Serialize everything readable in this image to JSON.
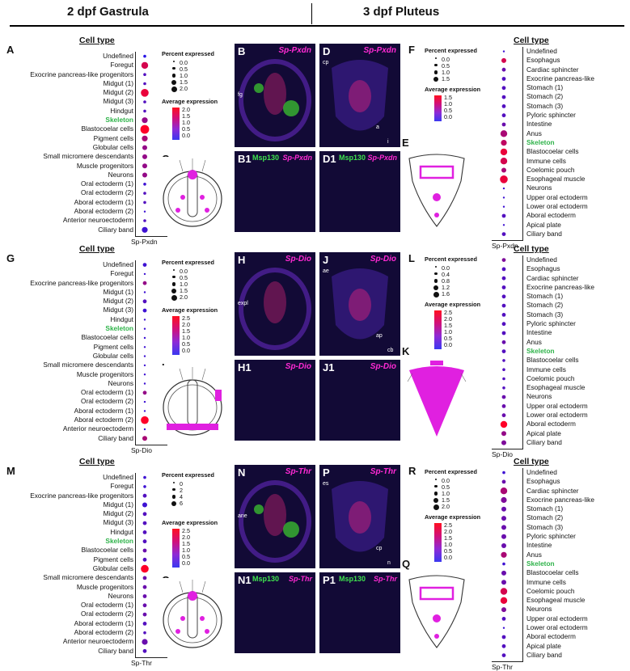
{
  "headers": {
    "gastrula": "2 dpf  Gastrula",
    "pluteus": "3 dpf Pluteus"
  },
  "gastrula_cell_types": [
    "Undefined",
    "Foregut",
    "Exocrine pancreas-like progenitors",
    "Midgut (1)",
    "Midgut (2)",
    "Midgut (3)",
    "Hindgut",
    "Skeleton",
    "Blastocoelar cells",
    "Pigment cells",
    "Globular cells",
    "Small micromere descendants",
    "Muscle progenitors",
    "Neurons",
    "Oral ectoderm (1)",
    "Oral ectoderm (2)",
    "Aboral ectoderm (1)",
    "Aboral ectoderm (2)",
    "Anterior neuroectoderm",
    "Ciliary band"
  ],
  "pluteus_cell_types": [
    "Undefined",
    "Esophagus",
    "Cardiac sphincter",
    "Exocrine pancreas-like",
    "Stomach (1)",
    "Stomach (2)",
    "Stomach (3)",
    "Pyloric sphincter",
    "Intestine",
    "Anus",
    "Skeleton",
    "Blastocoelar cells",
    "Immune cells",
    "Coelomic pouch",
    "Esophageal muscle",
    "Neurons",
    "Upper oral ectoderm",
    "Lower oral ectoderm",
    "Aboral ectoderm",
    "Apical plate",
    "Ciliary band"
  ],
  "cell_type_title": "Cell type",
  "legend": {
    "pct_title": "Percent expressed",
    "avg_title": "Average expression"
  },
  "rows": [
    {
      "letters": {
        "left": "A",
        "b": "B",
        "b1": "B1",
        "c": "C",
        "d": "D",
        "d1": "D1",
        "e": "E",
        "right": "F"
      },
      "gene": "Sp-Pxdn",
      "tag": "Sp-Pxdn",
      "msp": "Msp130",
      "left_pct": [
        "0.0",
        "0.5",
        "1.0",
        "1.5",
        "2.0"
      ],
      "left_avg": [
        "2.0",
        "1.5",
        "1.0",
        "0.5",
        "0.0"
      ],
      "right_pct": [
        "0.0",
        "0.5",
        "1.0",
        "1.5"
      ],
      "right_avg": [
        "1.5",
        "1.0",
        "0.5",
        "0.0"
      ],
      "ann": {
        "fg": "fg",
        "cp": "cp",
        "a": "a",
        "i": "i"
      },
      "left_dots": [
        [
          2,
          0.0
        ],
        [
          6,
          0.8
        ],
        [
          2,
          0.2
        ],
        [
          2,
          0.2
        ],
        [
          7,
          0.9
        ],
        [
          2,
          0.2
        ],
        [
          2,
          0.2
        ],
        [
          5,
          0.5
        ],
        [
          8,
          1.0
        ],
        [
          5,
          0.6
        ],
        [
          4,
          0.5
        ],
        [
          4,
          0.5
        ],
        [
          4,
          0.5
        ],
        [
          4,
          0.5
        ],
        [
          2,
          0.1
        ],
        [
          2,
          0.2
        ],
        [
          2,
          0.2
        ],
        [
          1,
          0.1
        ],
        [
          2,
          0.2
        ],
        [
          5,
          0.1
        ],
        [
          3,
          0.1
        ]
      ],
      "right_dots": [
        [
          1,
          0.1
        ],
        [
          4,
          0.8
        ],
        [
          3,
          0.3
        ],
        [
          3,
          0.2
        ],
        [
          3,
          0.2
        ],
        [
          3,
          0.2
        ],
        [
          3,
          0.2
        ],
        [
          3,
          0.2
        ],
        [
          3,
          0.3
        ],
        [
          6,
          0.6
        ],
        [
          5,
          0.7
        ],
        [
          6,
          0.9
        ],
        [
          6,
          0.8
        ],
        [
          4,
          0.6
        ],
        [
          7,
          0.9
        ],
        [
          1,
          0.1
        ],
        [
          1,
          0.1
        ],
        [
          1,
          0.1
        ],
        [
          3,
          0.2
        ],
        [
          1,
          0.1
        ],
        [
          3,
          0.2
        ]
      ]
    },
    {
      "letters": {
        "left": "G",
        "b": "H",
        "b1": "H1",
        "c": "I",
        "d": "J",
        "d1": "J1",
        "e": "K",
        "right": "L"
      },
      "gene": "Sp-Dio",
      "tag": "Sp-Dio",
      "left_pct": [
        "0.0",
        "0.5",
        "1.0",
        "1.5",
        "2.0"
      ],
      "left_avg": [
        "2.5",
        "2.0",
        "1.5",
        "1.0",
        "0.5",
        "0.0"
      ],
      "right_pct": [
        "0.0",
        "0.4",
        "0.8",
        "1.2",
        "1.6"
      ],
      "right_avg": [
        "2.5",
        "2.0",
        "1.5",
        "1.0",
        "0.5",
        "0.0"
      ],
      "ann": {
        "expl": "expl",
        "ae": "ae",
        "ap": "ap",
        "cb": "cb"
      },
      "left_dots": [
        [
          3,
          0.1
        ],
        [
          1,
          0.1
        ],
        [
          3,
          0.5
        ],
        [
          1,
          0.1
        ],
        [
          3,
          0.2
        ],
        [
          3,
          0.1
        ],
        [
          1,
          0.1
        ],
        [
          1,
          0.1
        ],
        [
          1,
          0.1
        ],
        [
          1,
          0.1
        ],
        [
          1,
          0.1
        ],
        [
          1,
          0.1
        ],
        [
          1,
          0.1
        ],
        [
          1,
          0.1
        ],
        [
          3,
          0.5
        ],
        [
          1,
          0.1
        ],
        [
          1,
          0.1
        ],
        [
          7,
          1.0
        ],
        [
          1,
          0.1
        ],
        [
          4,
          0.6
        ]
      ],
      "right_dots": [
        [
          3,
          0.4
        ],
        [
          3,
          0.2
        ],
        [
          3,
          0.2
        ],
        [
          3,
          0.2
        ],
        [
          3,
          0.2
        ],
        [
          3,
          0.2
        ],
        [
          3,
          0.2
        ],
        [
          3,
          0.2
        ],
        [
          3,
          0.2
        ],
        [
          3,
          0.3
        ],
        [
          3,
          0.2
        ],
        [
          2,
          0.2
        ],
        [
          2,
          0.2
        ],
        [
          2,
          0.2
        ],
        [
          2,
          0.2
        ],
        [
          3,
          0.3
        ],
        [
          3,
          0.3
        ],
        [
          3,
          0.3
        ],
        [
          6,
          1.0
        ],
        [
          4,
          0.5
        ],
        [
          4,
          0.4
        ]
      ]
    },
    {
      "letters": {
        "left": "M",
        "b": "N",
        "b1": "N1",
        "c": "O",
        "d": "P",
        "d1": "P1",
        "e": "Q",
        "right": "R"
      },
      "gene": "Sp-Thr",
      "tag": "Sp-Thr",
      "msp": "Msp130",
      "left_pct": [
        "0",
        "2",
        "4",
        "6"
      ],
      "left_avg": [
        "2.5",
        "2.0",
        "1.5",
        "1.0",
        "0.5",
        "0.0"
      ],
      "right_pct": [
        "0.0",
        "0.5",
        "1.0",
        "1.5",
        "2.0"
      ],
      "right_avg": [
        "2.5",
        "2.0",
        "1.5",
        "1.0",
        "0.5",
        "0.0"
      ],
      "ann": {
        "ane": "ane",
        "es": "es",
        "cp": "cp",
        "n": "n"
      },
      "left_dots": [
        [
          2,
          0.1
        ],
        [
          2,
          0.1
        ],
        [
          3,
          0.2
        ],
        [
          4,
          0.1
        ],
        [
          3,
          0.2
        ],
        [
          3,
          0.2
        ],
        [
          3,
          0.2
        ],
        [
          3,
          0.2
        ],
        [
          3,
          0.3
        ],
        [
          3,
          0.2
        ],
        [
          7,
          1.0
        ],
        [
          3,
          0.3
        ],
        [
          3,
          0.3
        ],
        [
          3,
          0.3
        ],
        [
          3,
          0.3
        ],
        [
          3,
          0.3
        ],
        [
          3,
          0.2
        ],
        [
          2,
          0.2
        ],
        [
          5,
          0.3
        ],
        [
          3,
          0.2
        ]
      ],
      "right_dots": [
        [
          2,
          0.1
        ],
        [
          3,
          0.3
        ],
        [
          6,
          0.6
        ],
        [
          5,
          0.4
        ],
        [
          4,
          0.3
        ],
        [
          4,
          0.3
        ],
        [
          4,
          0.3
        ],
        [
          4,
          0.3
        ],
        [
          4,
          0.3
        ],
        [
          5,
          0.6
        ],
        [
          2,
          0.1
        ],
        [
          4,
          0.3
        ],
        [
          4,
          0.3
        ],
        [
          6,
          0.8
        ],
        [
          6,
          0.9
        ],
        [
          4,
          0.4
        ],
        [
          3,
          0.2
        ],
        [
          1,
          0.1
        ],
        [
          3,
          0.2
        ],
        [
          3,
          0.2
        ],
        [
          3,
          0.2
        ]
      ]
    }
  ]
}
